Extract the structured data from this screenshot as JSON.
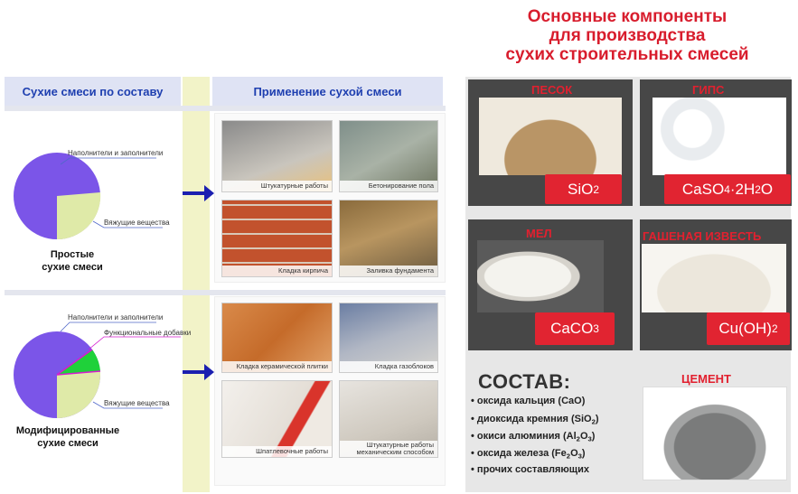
{
  "left": {
    "header_left": "Сухие смеси по составу",
    "header_right": "Применение сухой  смеси",
    "simple": {
      "filler_label": "Наполнители и заполнители",
      "binder_label": "Вяжущие вещества",
      "title_line1": "Простые",
      "title_line2": "сухие смеси"
    },
    "modified": {
      "filler_label": "Наполнители и заполнители",
      "additive_label": "Функциональные добавки",
      "binder_label": "Вяжущие вещества",
      "title_line1": "Модифицированные",
      "title_line2": "сухие смеси"
    },
    "photos": [
      {
        "caption": "Штукатурные работы"
      },
      {
        "caption": "Бетонирование пола"
      },
      {
        "caption": "Кладка кирпича"
      },
      {
        "caption": "Заливка фундамента"
      },
      {
        "caption": "Кладка керамической плитки"
      },
      {
        "caption": "Кладка газоблоков"
      },
      {
        "caption": "Шпатлевочные работы"
      },
      {
        "caption": "Штукатурные работы",
        "caption2": "механическим способом"
      }
    ],
    "colors": {
      "filler": "#7b55e8",
      "binder": "#dfeaa8",
      "additive": "#1fd13a"
    }
  },
  "right": {
    "title_line1": "Основные компоненты",
    "title_line2": "для производства",
    "title_line3": "сухих строительных смесей",
    "sand": {
      "label": "ПЕСОК",
      "formula": "SiO",
      "sub": "2"
    },
    "gypsum": {
      "label": "ГИПС",
      "formula": "CaSO",
      "sub1": "4",
      "mid": "·2H",
      "sub2": "2",
      "end": "O"
    },
    "chalk": {
      "label": "МЕЛ",
      "formula": "CaCO",
      "sub": "3"
    },
    "lime": {
      "label": "ГАШЕНАЯ ИЗВЕСТЬ",
      "formula": "Cu(OH)",
      "sub": "2"
    },
    "cement": {
      "label": "ЦЕМЕНТ"
    },
    "sostav": {
      "title": "СОСТАВ:",
      "items": [
        {
          "text": "оксида кальция (CaO)"
        },
        {
          "pre": "диоксида кремния (SiO",
          "sub": "2",
          "post": ")"
        },
        {
          "pre": "окиси алюминия (Al",
          "sub": "2",
          "mid": "O",
          "sub2": "3",
          "post": ")"
        },
        {
          "pre": "оксида железа (Fe",
          "sub": "2",
          "mid": "O",
          "sub2": "3",
          "post": ")"
        },
        {
          "text": "прочих составляющих"
        }
      ]
    },
    "colors": {
      "accent": "#e12431",
      "title": "#d81d2d"
    }
  }
}
